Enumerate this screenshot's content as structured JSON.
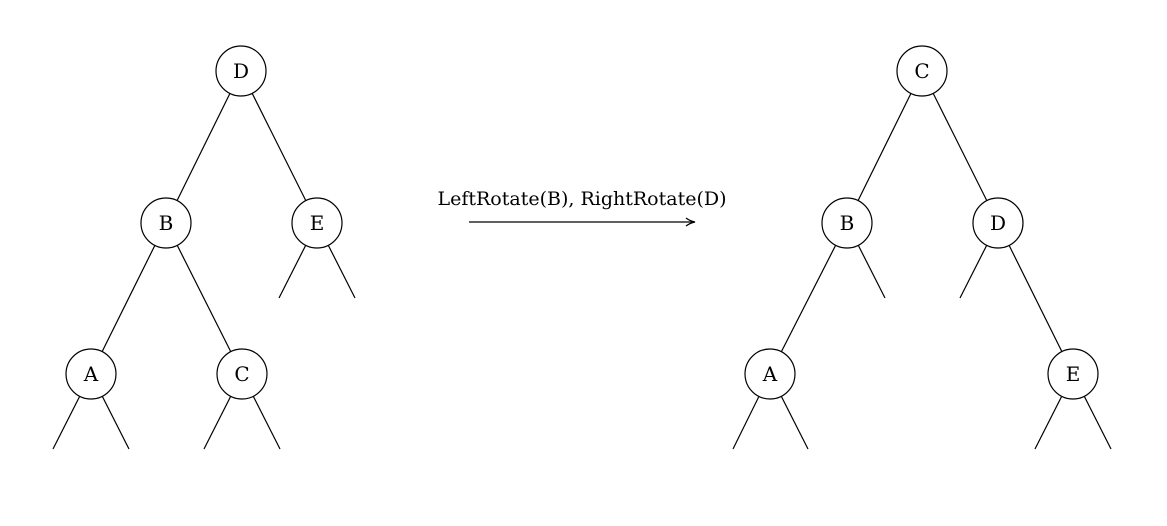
{
  "before_tree": {
    "nodes": [
      {
        "id": "D",
        "label": "D"
      },
      {
        "id": "B",
        "label": "B"
      },
      {
        "id": "E",
        "label": "E"
      },
      {
        "id": "A",
        "label": "A"
      },
      {
        "id": "C",
        "label": "C"
      }
    ],
    "edges": [
      [
        "D",
        "B"
      ],
      [
        "D",
        "E"
      ],
      [
        "B",
        "A"
      ],
      [
        "B",
        "C"
      ]
    ]
  },
  "transform": {
    "label": "LeftRotate(B), RightRotate(D)"
  },
  "after_tree": {
    "nodes": [
      {
        "id": "C",
        "label": "C"
      },
      {
        "id": "B",
        "label": "B"
      },
      {
        "id": "D",
        "label": "D"
      },
      {
        "id": "A",
        "label": "A"
      },
      {
        "id": "E",
        "label": "E"
      }
    ],
    "edges": [
      [
        "C",
        "B"
      ],
      [
        "C",
        "D"
      ],
      [
        "B",
        "A"
      ],
      [
        "D",
        "E"
      ]
    ]
  }
}
